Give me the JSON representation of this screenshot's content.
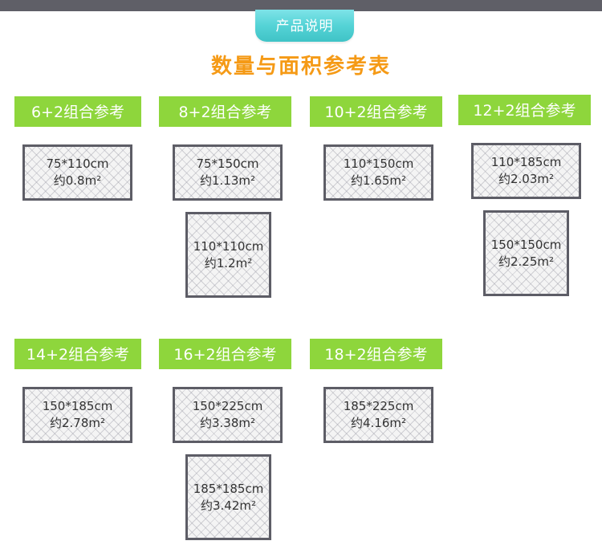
{
  "banner": {
    "label": "产品说明"
  },
  "title": "数量与面积参考表",
  "groups": [
    {
      "label": "6+2组合参考",
      "items": [
        {
          "size": "75*110cm",
          "area": "约0.8m²"
        }
      ]
    },
    {
      "label": "8+2组合参考",
      "items": [
        {
          "size": "75*150cm",
          "area": "约1.13m²"
        },
        {
          "size": "110*110cm",
          "area": "约1.2m²"
        }
      ]
    },
    {
      "label": "10+2组合参考",
      "items": [
        {
          "size": "110*150cm",
          "area": "约1.65m²"
        }
      ]
    },
    {
      "label": "12+2组合参考",
      "items": [
        {
          "size": "110*185cm",
          "area": "约2.03m²"
        },
        {
          "size": "150*150cm",
          "area": "约2.25m²"
        }
      ]
    },
    {
      "label": "14+2组合参考",
      "items": [
        {
          "size": "150*185cm",
          "area": "约2.78m²"
        }
      ]
    },
    {
      "label": "16+2组合参考",
      "items": [
        {
          "size": "150*225cm",
          "area": "约3.38m²"
        },
        {
          "size": "185*185cm",
          "area": "约3.42m²"
        }
      ]
    },
    {
      "label": "18+2组合参考",
      "items": [
        {
          "size": "185*225cm",
          "area": "约4.16m²"
        }
      ]
    }
  ],
  "colors": {
    "top_bar": "#5f5f67",
    "banner_bg": "#55d3d6",
    "title_text": "#f59a16",
    "label_bg": "#8ed63c",
    "box_border": "#5d5d66"
  }
}
